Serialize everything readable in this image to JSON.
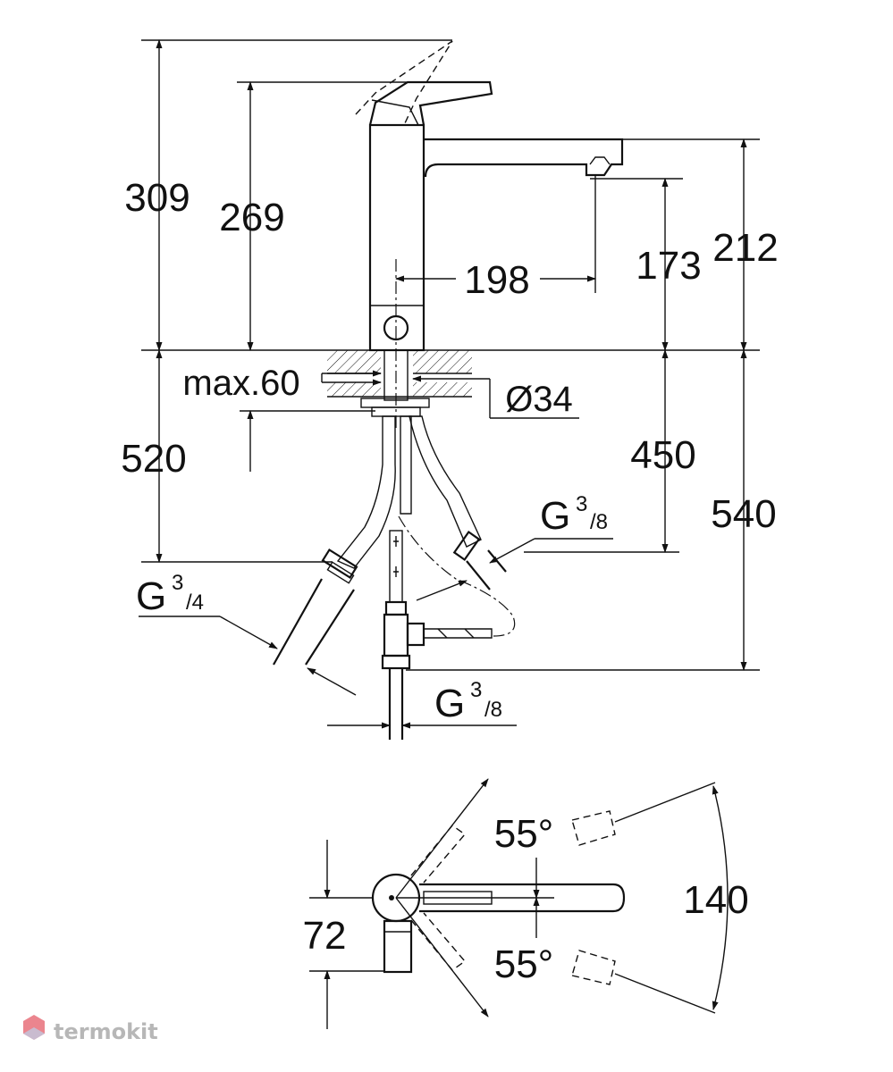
{
  "labels": {
    "d309": "309",
    "d269": "269",
    "d198": "198",
    "d173": "173",
    "d212": "212",
    "max60": "max.60",
    "dia34": "Ø34",
    "d520": "520",
    "d450": "450",
    "d540": "540",
    "g38_right": {
      "g": "G",
      "num": "3",
      "den": "/8"
    },
    "g34_left": {
      "g": "G",
      "num": "3",
      "den": "/4"
    },
    "g38_bottom": {
      "g": "G",
      "num": "3",
      "den": "/8"
    },
    "angle_top": "55°",
    "angle_bottom": "55°",
    "d140": "140",
    "d72": "72"
  },
  "watermark": {
    "text": "termokit"
  },
  "colors": {
    "line": "#111111",
    "background": "#ffffff",
    "watermark_text": "#b7b7b7",
    "watermark_logo": "#e8707a"
  }
}
